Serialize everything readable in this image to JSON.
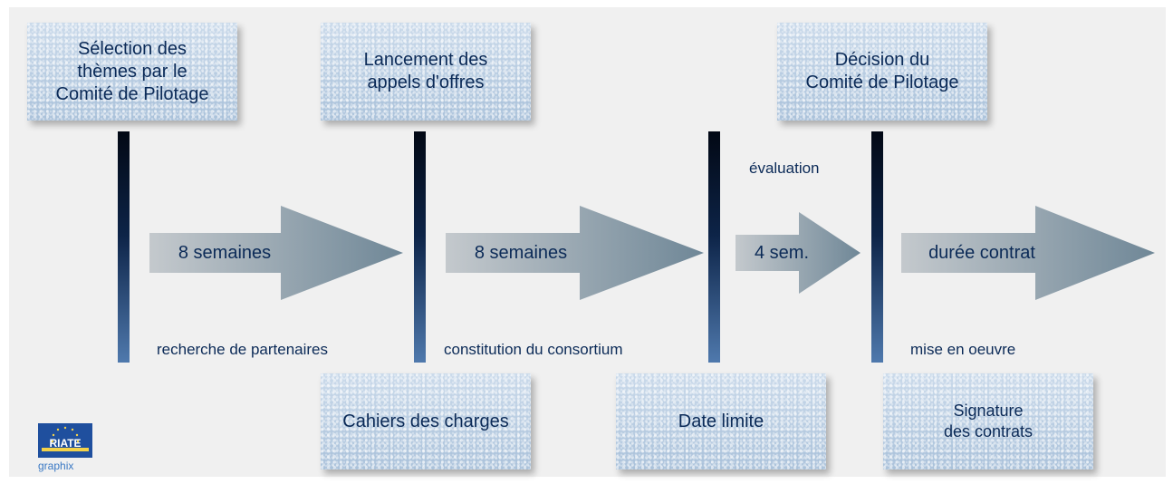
{
  "top_boxes": [
    {
      "lines": [
        "Sélection des",
        "thèmes par le",
        "Comité de Pilotage"
      ]
    },
    {
      "lines": [
        "Lancement des",
        "appels d'offres"
      ]
    },
    {
      "lines": [
        "Décision du",
        "Comité de Pilotage"
      ]
    }
  ],
  "bottom_boxes": [
    {
      "lines": [
        "Cahiers des charges"
      ]
    },
    {
      "lines": [
        "Date limite"
      ]
    },
    {
      "lines": [
        "Signature",
        "des contrats"
      ]
    }
  ],
  "arrows": [
    {
      "label": "8 semaines"
    },
    {
      "label": "8 semaines"
    },
    {
      "label": "4 sem."
    },
    {
      "label": "durée contrat"
    }
  ],
  "captions": {
    "recherche": "recherche de partenaires",
    "constitution": "constitution du consortium",
    "evaluation": "évaluation",
    "mise_en_oeuvre": "mise en oeuvre"
  },
  "logo": {
    "name": "RIATE",
    "tagline": "graphix"
  },
  "colors": {
    "text": "#0b2a57",
    "box": "#b7cce1",
    "arrow_start": "#c4c9cd",
    "arrow_end": "#6f8797",
    "bar_top": "#020814",
    "bar_bottom": "#4f79ad"
  }
}
